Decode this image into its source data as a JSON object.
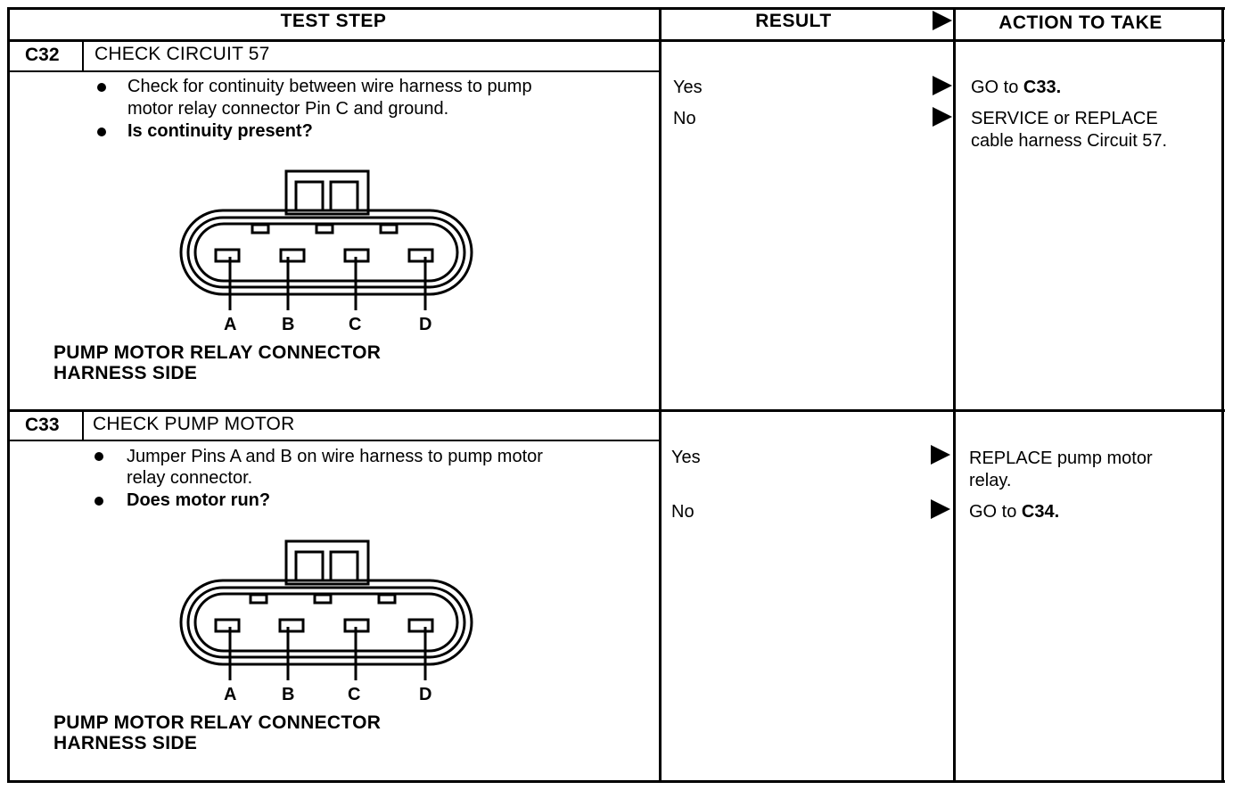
{
  "header": {
    "test_step": "TEST STEP",
    "result": "RESULT",
    "action": "ACTION TO TAKE"
  },
  "steps": [
    {
      "id": "C32",
      "title": "CHECK CIRCUIT 57",
      "bullets": [
        "Check for continuity between wire harness to pump motor relay connector Pin C and ground.",
        "Is continuity present?"
      ],
      "bullet_lines": [
        [
          "Check for continuity between wire harness to pump",
          "motor relay connector Pin C and ground."
        ],
        [
          "Is continuity present?"
        ]
      ],
      "diagram": {
        "pins": [
          "A",
          "B",
          "C",
          "D"
        ],
        "caption_line1": "PUMP MOTOR RELAY CONNECTOR",
        "caption_line2": "HARNESS SIDE"
      },
      "results": [
        {
          "result": "Yes",
          "action_lines": [
            {
              "text": "GO to ",
              "bold_part": "C33."
            }
          ]
        },
        {
          "result": "No",
          "action_lines": [
            {
              "text": "SERVICE or REPLACE",
              "bold_part": ""
            },
            {
              "text": "cable harness Circuit 57.",
              "bold_part": ""
            }
          ]
        }
      ]
    },
    {
      "id": "C33",
      "title": "CHECK PUMP MOTOR",
      "bullets": [
        "Jumper Pins A and B on wire harness to pump motor relay connector.",
        "Does motor run?"
      ],
      "bullet_lines": [
        [
          "Jumper Pins A and B on wire harness to pump motor",
          "relay connector."
        ],
        [
          "Does motor run?"
        ]
      ],
      "diagram": {
        "pins": [
          "A",
          "B",
          "C",
          "D"
        ],
        "caption_line1": "PUMP MOTOR RELAY CONNECTOR",
        "caption_line2": "HARNESS SIDE"
      },
      "results": [
        {
          "result": "Yes",
          "action_lines": [
            {
              "text": "REPLACE pump motor",
              "bold_part": ""
            },
            {
              "text": "relay.",
              "bold_part": ""
            }
          ]
        },
        {
          "result": "No",
          "action_lines": [
            {
              "text": "GO to ",
              "bold_part": "C34."
            }
          ]
        }
      ]
    }
  ]
}
